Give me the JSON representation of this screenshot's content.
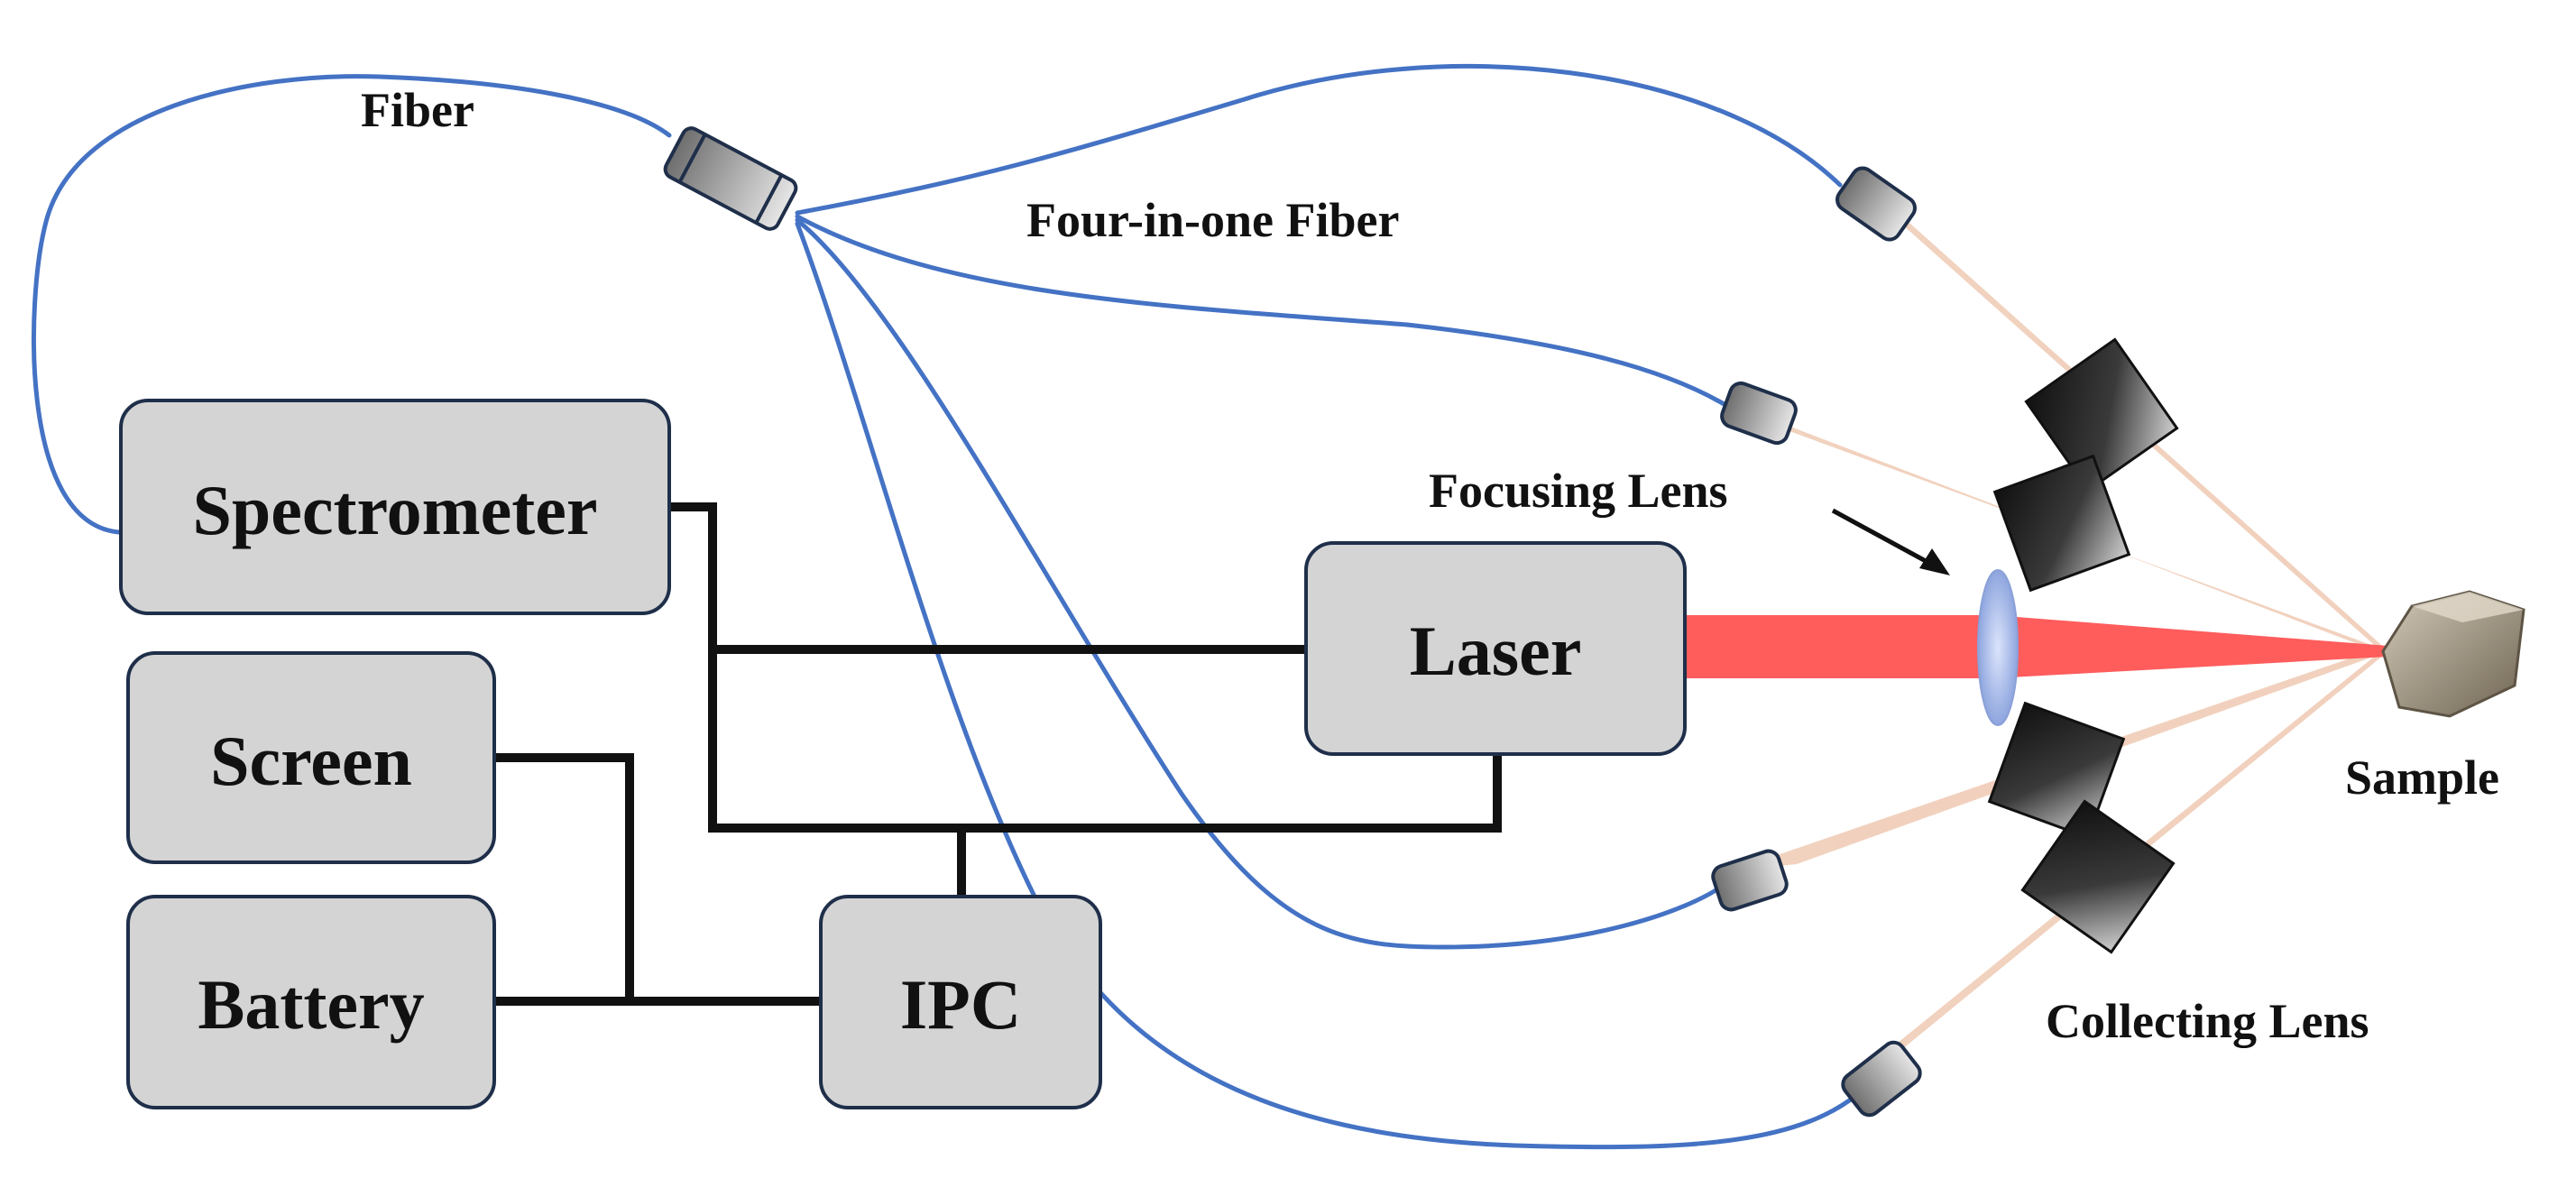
{
  "labels": {
    "fiber": "Fiber",
    "four_in_one_fiber": "Four-in-one Fiber",
    "focusing_lens": "Focusing Lens",
    "collecting_lens": "Collecting Lens",
    "sample": "Sample"
  },
  "boxes": {
    "spectrometer": "Spectrometer",
    "screen": "Screen",
    "battery": "Battery",
    "ipc": "IPC",
    "laser": "Laser"
  },
  "colors": {
    "box_fill": "#d4d4d4",
    "box_stroke": "#1f2f4a",
    "fiber": "#4472c4",
    "wire": "#111111",
    "laser_beam": "#ff5c5c",
    "collection_cone": "#f0cdb7",
    "lens": "#9fb3e6",
    "sample": "#9c8f78"
  }
}
